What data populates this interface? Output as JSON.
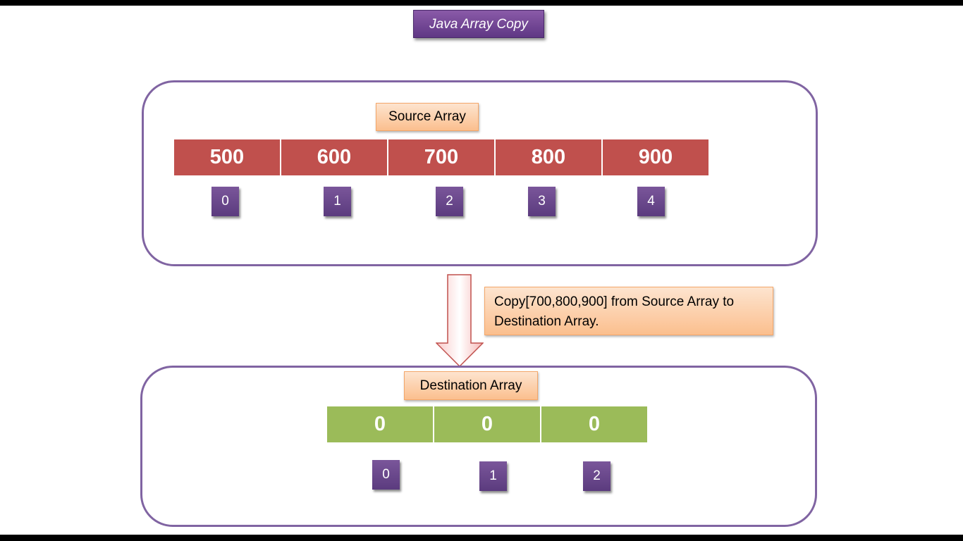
{
  "title": "Java Array Copy",
  "source": {
    "label": "Source Array",
    "values": [
      "500",
      "600",
      "700",
      "800",
      "900"
    ],
    "indices": [
      "0",
      "1",
      "2",
      "3",
      "4"
    ]
  },
  "note": {
    "line1": "Copy[700,800,900] from Source Array to",
    "line2": "Destination Array."
  },
  "destination": {
    "label": "Destination Array",
    "values": [
      "0",
      "0",
      "0"
    ],
    "indices": [
      "0",
      "1",
      "2"
    ]
  },
  "colors": {
    "source_cell": "#c0504d",
    "destination_cell": "#9bbb59",
    "group_border": "#8064a2",
    "index_box": "#5f3c82",
    "label_box": "#fbd4b4"
  }
}
